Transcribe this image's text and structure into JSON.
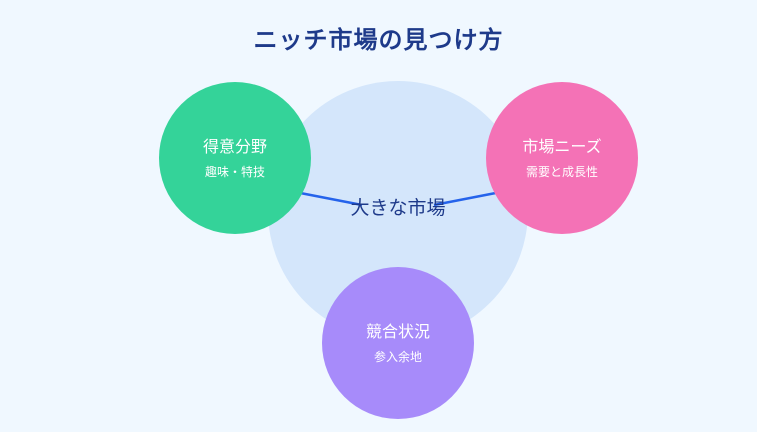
{
  "title": "ニッチ市場の見つけ方",
  "center": {
    "label": "大きな市場"
  },
  "nodes": {
    "skill": {
      "label": "得意分野",
      "sub": "趣味・特技"
    },
    "needs": {
      "label": "市場ニーズ",
      "sub": "需要と成長性"
    },
    "competition": {
      "label": "競合状況",
      "sub": "参入余地"
    }
  },
  "colors": {
    "title": "#1e3a8a",
    "background": "#f0f8ff",
    "market_circle": "#d4e6fb",
    "connector": "#2563eb",
    "skill": "#34d399",
    "needs": "#f472b6",
    "competition": "#a78bfa"
  }
}
